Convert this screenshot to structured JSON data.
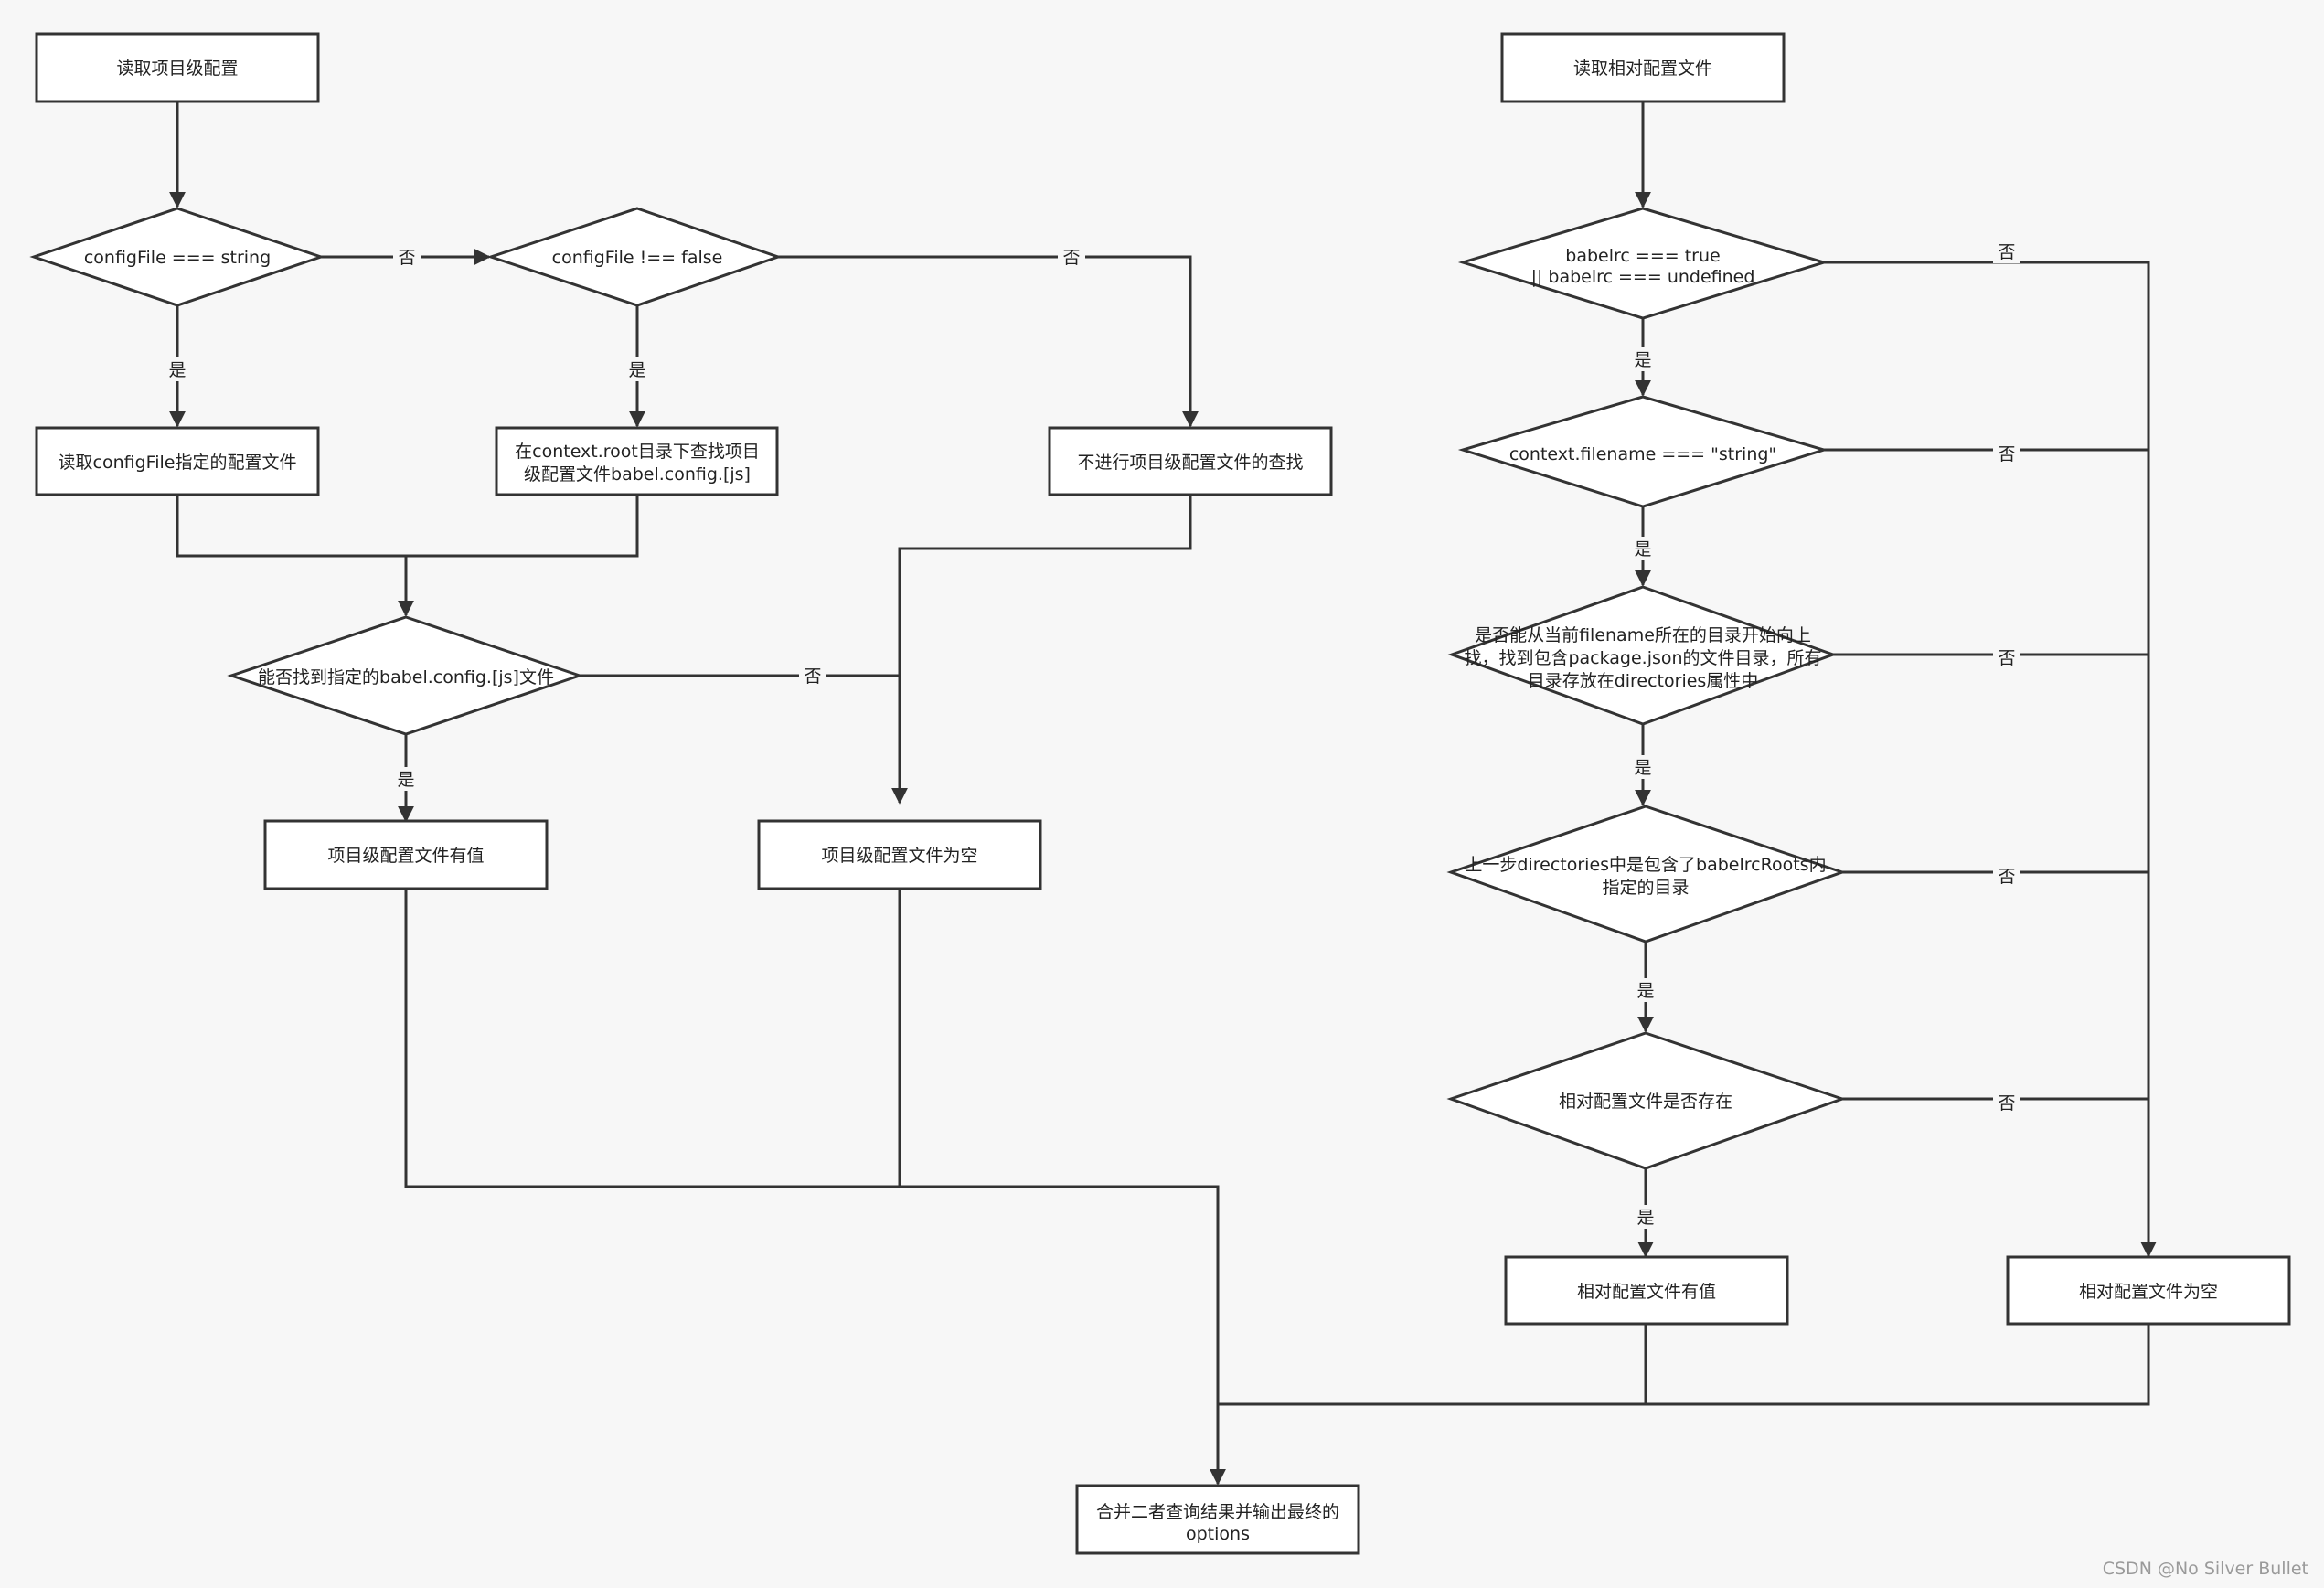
{
  "diagram": {
    "nodes": {
      "read_project": "读取项目级配置",
      "cond_configfile_string": "configFile === string",
      "cond_configfile_not_false": "configFile !== false",
      "read_configfile": "读取configFile指定的配置文件",
      "search_root_line1": "在context.root目录下查找项目",
      "search_root_line2": "级配置文件babel.config.[js]",
      "no_project_search": "不进行项目级配置文件的查找",
      "cond_found_babel_config": "能否找到指定的babel.config.[js]文件",
      "project_has_value": "项目级配置文件有值",
      "project_empty": "项目级配置文件为空",
      "merge_line1": "合并二者查询结果并输出最终的",
      "merge_line2": "options",
      "read_relative": "读取相对配置文件",
      "cond_babelrc_line1": "babelrc === true",
      "cond_babelrc_line2": "|| babelrc === undefined",
      "cond_filename_string": "context.filename === \"string\"",
      "cond_search_up_line1": "是否能从当前filename所在的目录开始向上",
      "cond_search_up_line2": "找，找到包含package.json的文件目录，所有",
      "cond_search_up_line3": "目录存放在directories属性中",
      "cond_babelrcroots_line1": "上一步directories中是包含了babelrcRoots内",
      "cond_babelrcroots_line2": "指定的目录",
      "cond_relative_exists": "相对配置文件是否存在",
      "relative_has_value": "相对配置文件有值",
      "relative_empty": "相对配置文件为空"
    },
    "edge_labels": {
      "yes": "是",
      "no": "否"
    }
  },
  "watermark": "CSDN @No Silver Bullet"
}
